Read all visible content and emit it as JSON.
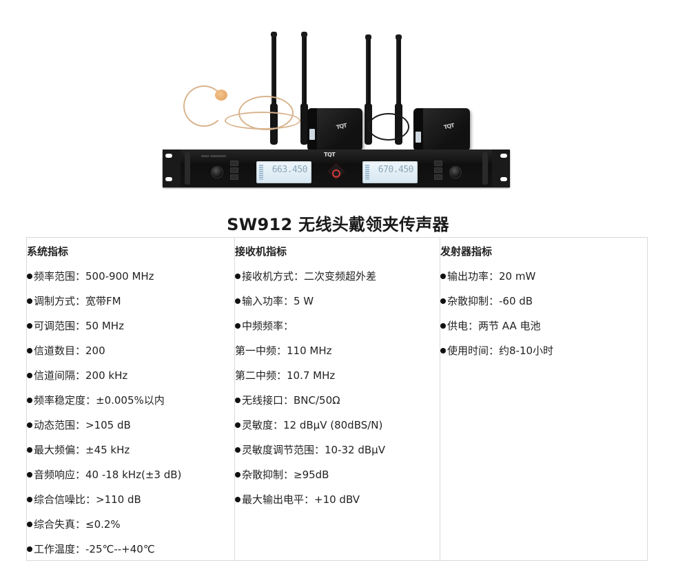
{
  "product_image": {
    "alt": "SW912 wireless headset/lavalier microphone system: dual-channel rack receiver with four antennas and two bodypack transmitters",
    "receiver": {
      "channel_a_frequency": "663.450",
      "channel_b_frequency": "670.450",
      "brand_mark": "TQT"
    }
  },
  "title": "SW912 无线头戴领夹传声器",
  "colors": {
    "text": "#222222",
    "border": "#d9d9d9",
    "background": "#ffffff",
    "power_accent": "#d43a3a"
  },
  "spec_columns": [
    {
      "heading": "系统指标",
      "rows": [
        {
          "bullet": true,
          "text": "频率范围：500-900 MHz"
        },
        {
          "bullet": true,
          "text": "调制方式：宽带FM"
        },
        {
          "bullet": true,
          "text": "可调范围：50 MHz"
        },
        {
          "bullet": true,
          "text": "信道数目：200"
        },
        {
          "bullet": true,
          "text": "信道间隔：200 kHz"
        },
        {
          "bullet": true,
          "text": "频率稳定度：±0.005%以内"
        },
        {
          "bullet": true,
          "text": "动态范围：>105 dB"
        },
        {
          "bullet": true,
          "text": "最大频偏：±45 kHz"
        },
        {
          "bullet": true,
          "text": "音频响应：40 -18 kHz(±3 dB)"
        },
        {
          "bullet": true,
          "text": "综合信噪比：>110 dB"
        },
        {
          "bullet": true,
          "text": "综合失真：≤0.2%"
        },
        {
          "bullet": true,
          "text": "工作温度：-25℃--+40℃"
        }
      ]
    },
    {
      "heading": "接收机指标",
      "rows": [
        {
          "bullet": true,
          "text": "接收机方式：二次变频超外差"
        },
        {
          "bullet": true,
          "text": "输入功率：5 W"
        },
        {
          "bullet": true,
          "text": "中频频率："
        },
        {
          "bullet": false,
          "text": "第一中频：110 MHz"
        },
        {
          "bullet": false,
          "text": "第二中频：10.7 MHz"
        },
        {
          "bullet": true,
          "text": "无线接口：BNC/50Ω"
        },
        {
          "bullet": true,
          "text": "灵敏度：12 dBμV (80dBS/N)"
        },
        {
          "bullet": true,
          "text": "灵敏度调节范围：10-32 dBμV"
        },
        {
          "bullet": true,
          "text": "杂散抑制：≥95dB"
        },
        {
          "bullet": true,
          "text": "最大输出电平：+10 dBV"
        }
      ]
    },
    {
      "heading": "发射器指标",
      "rows": [
        {
          "bullet": true,
          "text": "输出功率：20 mW"
        },
        {
          "bullet": true,
          "text": "杂散抑制：-60 dB"
        },
        {
          "bullet": true,
          "text": "供电：两节 AA 电池"
        },
        {
          "bullet": true,
          "text": "使用时间：约8-10小时"
        }
      ]
    }
  ]
}
